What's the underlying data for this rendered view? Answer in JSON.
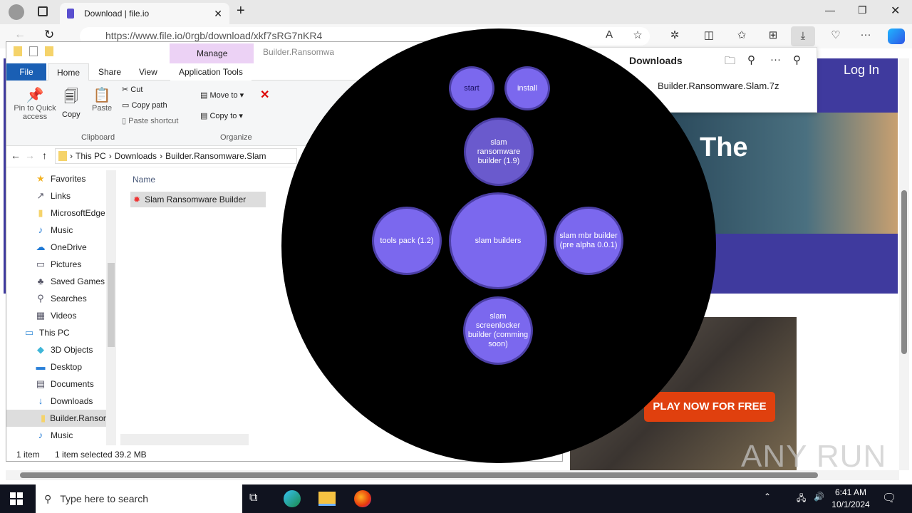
{
  "browser": {
    "tab_title": "Download | file.io",
    "url": "https://www.file.io/0rgb/download/xkf7sRG7nKR4",
    "login": "Log In",
    "hero_text": "The",
    "ad_button": "PLAY NOW FOR FREE"
  },
  "downloads": {
    "title": "Downloads",
    "file": "Builder.Ransomware.Slam.7z"
  },
  "explorer": {
    "title": "Builder.Ransomware.Slam",
    "manage": "Manage",
    "tabs": [
      "File",
      "Home",
      "Share",
      "View",
      "Application Tools"
    ],
    "clipboard": {
      "pin": "Pin to Quick access",
      "copy": "Copy",
      "paste": "Paste",
      "cut": "Cut",
      "copy_path": "Copy path",
      "paste_shortcut": "Paste shortcut",
      "group": "Clipboard"
    },
    "organize": {
      "move_to": "Move to",
      "copy_to": "Copy to",
      "group": "Organize"
    },
    "breadcrumb": [
      "This PC",
      "Downloads",
      "Builder.Ransomware.Slam"
    ],
    "column_name": "Name",
    "file": "Slam Ransomware Builder",
    "nav": [
      {
        "label": "Favorites",
        "icon": "star-icon",
        "indent": 1
      },
      {
        "label": "Links",
        "icon": "link-icon",
        "indent": 1
      },
      {
        "label": "MicrosoftEdge",
        "icon": "folder-icon",
        "indent": 1
      },
      {
        "label": "Music",
        "icon": "music-icon",
        "indent": 1
      },
      {
        "label": "OneDrive",
        "icon": "cloud-icon",
        "indent": 1
      },
      {
        "label": "Pictures",
        "icon": "pictures-icon",
        "indent": 1
      },
      {
        "label": "Saved Games",
        "icon": "games-icon",
        "indent": 1
      },
      {
        "label": "Searches",
        "icon": "search-icon",
        "indent": 1
      },
      {
        "label": "Videos",
        "icon": "video-icon",
        "indent": 1
      },
      {
        "label": "This PC",
        "icon": "computer-icon",
        "indent": 0
      },
      {
        "label": "3D Objects",
        "icon": "cube-icon",
        "indent": 1
      },
      {
        "label": "Desktop",
        "icon": "desktop-icon",
        "indent": 1
      },
      {
        "label": "Documents",
        "icon": "document-icon",
        "indent": 1
      },
      {
        "label": "Downloads",
        "icon": "download-icon",
        "indent": 1
      },
      {
        "label": "Builder.Ransomware.Slam",
        "icon": "folder-icon",
        "indent": 2,
        "selected": true
      },
      {
        "label": "Music",
        "icon": "music-icon",
        "indent": 1
      }
    ],
    "status": {
      "count": "1 item",
      "selected": "1 item selected",
      "size": "39.2 MB"
    }
  },
  "app": {
    "nodes": [
      {
        "label": "start",
        "text_color": "#1a1060"
      },
      {
        "label": "install"
      },
      {
        "label": "slam ransomware builder (1.9)"
      },
      {
        "label": "slam builders"
      },
      {
        "label": "tools pack (1.2)"
      },
      {
        "label": "slam mbr builder (pre alpha 0.0.1)"
      },
      {
        "label": "slam screenlocker builder (comming soon)"
      }
    ],
    "node_color": "#7b68ee",
    "background": "#000000"
  },
  "taskbar": {
    "search_placeholder": "Type here to search",
    "time": "6:41 AM",
    "date": "10/1/2024"
  },
  "watermark": "ANY RUN"
}
